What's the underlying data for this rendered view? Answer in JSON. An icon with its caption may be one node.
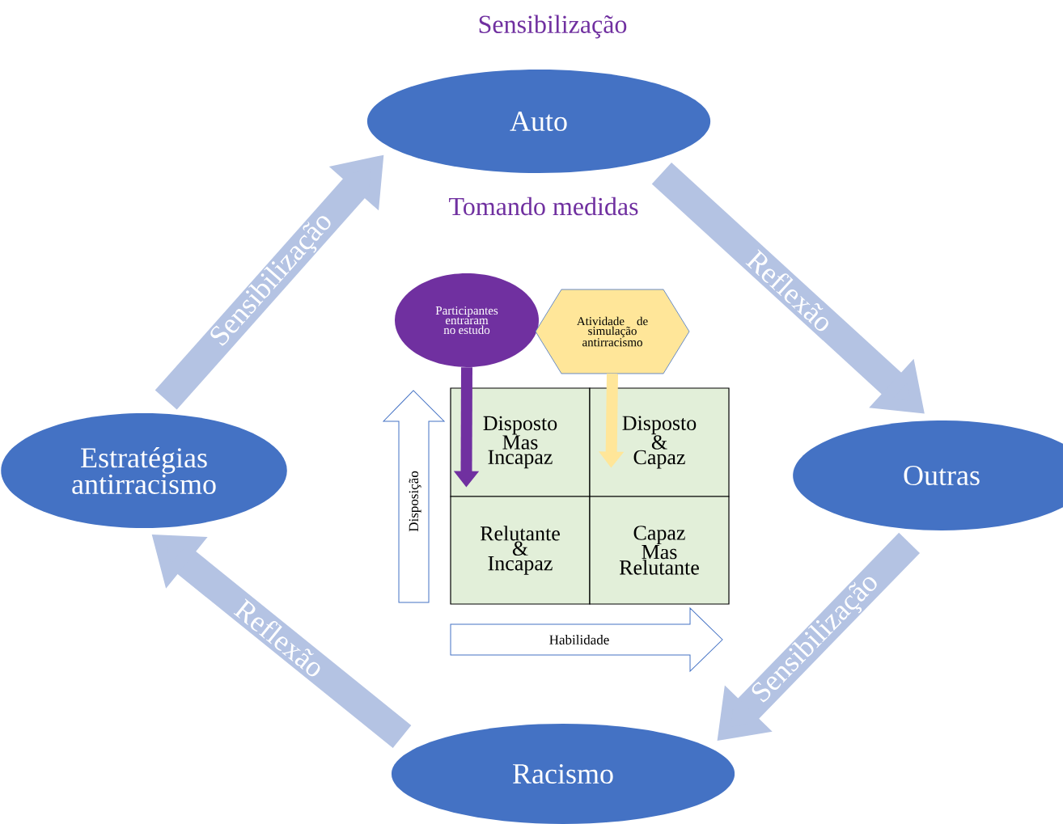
{
  "diagram": {
    "nodes": [
      {
        "text": [
          "Auto"
        ]
      },
      {
        "text": [
          "Outras"
        ]
      },
      {
        "text": [
          "Racismo"
        ]
      },
      {
        "text": [
          "Estratégias antirracismo"
        ]
      },
      {
        "text": [
          "Participantes entraram no estudo"
        ]
      },
      {
        "text": [
          "Atividade de simulação antirracismo"
        ]
      },
      {
        "text": [
          "Disposto Mas Incapaz"
        ]
      },
      {
        "text": [
          "Disposto & Capaz"
        ]
      },
      {
        "text": [
          "Relutante & Incapaz"
        ]
      },
      {
        "text": [
          "Capaz Mas Relutante"
        ]
      }
    ],
    "edges": [
      {
        "from": 0,
        "to": 1,
        "arrow": "to",
        "label": "Reflexão"
      },
      {
        "from": 1,
        "to": 2,
        "arrow": "to",
        "label": "Sensibilização"
      },
      {
        "from": 2,
        "to": 3,
        "arrow": "to",
        "label": "Reflexão"
      },
      {
        "from": 3,
        "to": 0,
        "arrow": "to",
        "label": "Sensibilização"
      },
      {
        "from": 4,
        "to": 6,
        "arrow": "to",
        "color": "#7030a0"
      },
      {
        "from": 5,
        "to": 7,
        "arrow": "to",
        "color": "#ffe699"
      }
    ],
    "labels": [
      "Sensibilização",
      "Tomando medidas",
      "Disposição",
      "Habilidade"
    ]
  }
}
